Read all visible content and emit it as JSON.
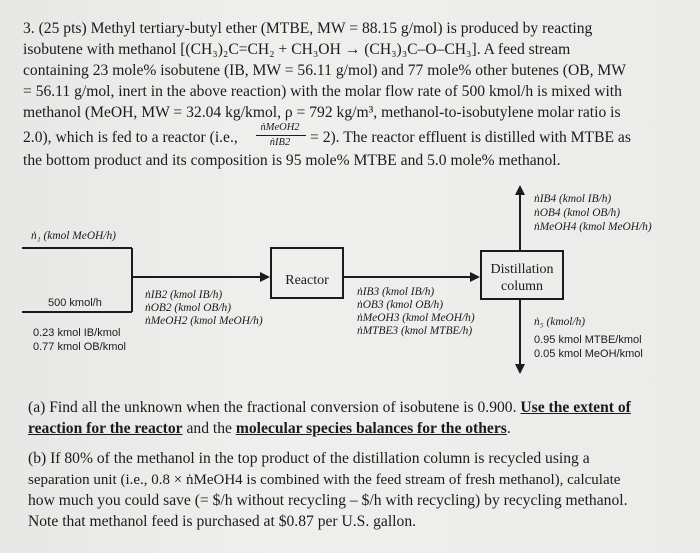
{
  "problem": {
    "line1": "3. (25 pts) Methyl tertiary-butyl ether (MTBE, MW = 88.15 g/mol) is produced by reacting",
    "line2": "isobutene with methanol [(CH₃)₂C=CH₂ + CH₃OH → (CH₃)₃C–O–CH₃]. A feed stream",
    "line3": "containing 23 mole% isobutene (IB, MW = 56.11 g/mol) and 77 mole% other butenes (OB, MW",
    "line4": "= 56.11 g/mol, inert in the above reaction) with the molar flow rate of 500 kmol/h is mixed with",
    "line5": "methanol (MeOH, MW = 32.04 kg/kmol, ρ = 792 kg/m³, methanol-to-isobutylene molar ratio is",
    "line6a": "2.0), which is fed to a reactor (i.e.,",
    "ratio_num": "ṅMeOH2",
    "ratio_den": "ṅIB2",
    "line6b": "= 2). The reactor effluent is distilled with MTBE as",
    "line7": "the bottom product and its composition is 95 mole% MTBE and 5.0 mole% methanol."
  },
  "diagram": {
    "stream1_label": "ṅ₁ (kmol MeOH/h)",
    "feed_rate": "500 kmol/h",
    "feed_ib": "0.23 kmol IB/kmol",
    "feed_ob": "0.77 kmol OB/kmol",
    "s2_ib": "ṅIB2 (kmol IB/h)",
    "s2_ob": "ṅOB2 (kmol OB/h)",
    "s2_meoh": "ṅMeOH2 (kmol MeOH/h)",
    "reactor": "Reactor",
    "s3_ib": "ṅIB3 (kmol IB/h)",
    "s3_ob": "ṅOB3 (kmol OB/h)",
    "s3_meoh": "ṅMeOH3 (kmol MeOH/h)",
    "s3_mtbe": "ṅMTBE3 (kmol MTBE/h)",
    "column_line1": "Distillation",
    "column_line2": "column",
    "s4_ib": "ṅIB4 (kmol IB/h)",
    "s4_ob": "ṅOB4 (kmol OB/h)",
    "s4_meoh": "ṅMeOH4 (kmol MeOH/h)",
    "s5": "ṅ₅ (kmol/h)",
    "s5_mtbe": "0.95 kmol MTBE/kmol",
    "s5_meoh": "0.05 kmol MeOH/kmol"
  },
  "part_a": {
    "text1": "(a) Find all the unknown when the fractional conversion of isobutene is 0.900.",
    "emph1": "Use the extent of",
    "emph2": "reaction for the reactor",
    "text2": "and the",
    "emph3": "molecular species balances for the others",
    "text3": "."
  },
  "part_b": {
    "line1": "(b) If 80% of the methanol in the top product of the distillation column is recycled using a",
    "line2": "separation unit (i.e., 0.8 × ṅMeOH4 is combined with the feed stream of fresh methanol), calculate",
    "line3": "how much you could save (= $/h without recycling – $/h with recycling) by recycling methanol.",
    "line4": "Note that methanol feed is purchased at $0.87 per U.S. gallon."
  }
}
